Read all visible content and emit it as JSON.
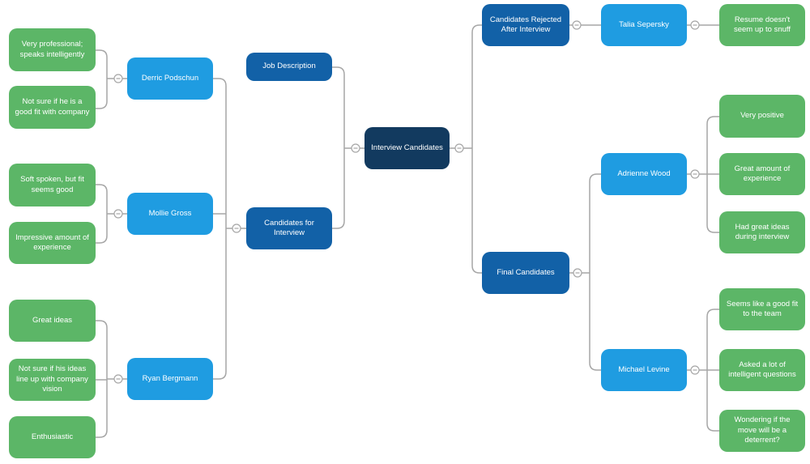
{
  "diagram_title": "Interview Candidates mind map",
  "palette": {
    "root_fill": "#123a5f",
    "branch_fill": "#1261a7",
    "candidate_fill": "#1f9ce1",
    "note_fill": "#5cb667",
    "text_color": "#ffffff",
    "connector_color": "#a6a6a6",
    "background": "#ffffff"
  },
  "toggle_glyph": "−",
  "nodes": {
    "root": {
      "label": "Interview Candidates",
      "children": [
        "job_description",
        "candidates_for_interview",
        "candidates_rejected",
        "final_candidates"
      ]
    },
    "job_description": {
      "label": "Job Description",
      "children": []
    },
    "candidates_for_interview": {
      "label": "Candidates for Interview",
      "children": [
        "derric_podschun",
        "mollie_gross",
        "ryan_bergmann"
      ]
    },
    "derric_podschun": {
      "label": "Derric Podschun",
      "children": [
        "derric_note_1",
        "derric_note_2"
      ]
    },
    "derric_note_1": {
      "label": "Very professional; speaks intelligently",
      "children": []
    },
    "derric_note_2": {
      "label": "Not sure if he is a good fit with company",
      "children": []
    },
    "mollie_gross": {
      "label": "Mollie Gross",
      "children": [
        "mollie_note_1",
        "mollie_note_2"
      ]
    },
    "mollie_note_1": {
      "label": "Soft spoken, but fit seems good",
      "children": []
    },
    "mollie_note_2": {
      "label": "Impressive amount of experience",
      "children": []
    },
    "ryan_bergmann": {
      "label": "Ryan Bergmann",
      "children": [
        "ryan_note_1",
        "ryan_note_2",
        "ryan_note_3"
      ]
    },
    "ryan_note_1": {
      "label": "Great ideas",
      "children": []
    },
    "ryan_note_2": {
      "label": "Not sure if his ideas line up with company vision",
      "children": []
    },
    "ryan_note_3": {
      "label": "Enthusiastic",
      "children": []
    },
    "candidates_rejected": {
      "label": "Candidates Rejected After Interview",
      "children": [
        "talia_sepersky"
      ]
    },
    "talia_sepersky": {
      "label": "Talia Sepersky",
      "children": [
        "talia_note_1"
      ]
    },
    "talia_note_1": {
      "label": "Resume doesn't seem up to snuff",
      "children": []
    },
    "final_candidates": {
      "label": "Final Candidates",
      "children": [
        "adrienne_wood",
        "michael_levine"
      ]
    },
    "adrienne_wood": {
      "label": "Adrienne Wood",
      "children": [
        "adrienne_note_1",
        "adrienne_note_2",
        "adrienne_note_3"
      ]
    },
    "adrienne_note_1": {
      "label": "Very positive",
      "children": []
    },
    "adrienne_note_2": {
      "label": "Great amount of experience",
      "children": []
    },
    "adrienne_note_3": {
      "label": "Had great ideas during interview",
      "children": []
    },
    "michael_levine": {
      "label": "Michael Levine",
      "children": [
        "michael_note_1",
        "michael_note_2",
        "michael_note_3"
      ]
    },
    "michael_note_1": {
      "label": "Seems like a good fit to the team",
      "children": []
    },
    "michael_note_2": {
      "label": "Asked a lot of intelligent questions",
      "children": []
    },
    "michael_note_3": {
      "label": "Wondering if the move will be a deterrent?",
      "children": []
    }
  }
}
